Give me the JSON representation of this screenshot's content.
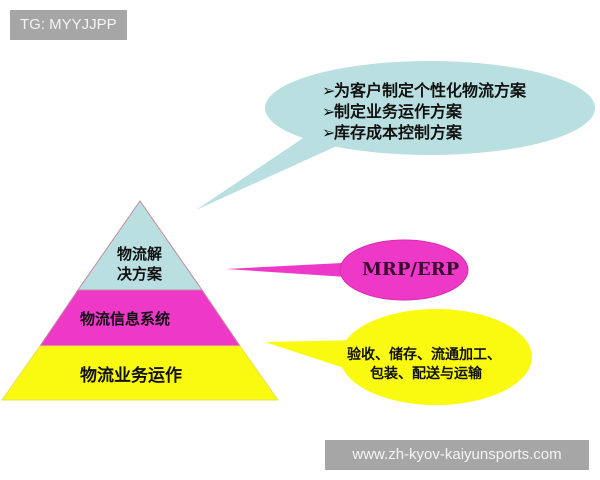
{
  "watermarks": {
    "top_left": "TG: MYYJJPP",
    "bottom_right": "www.zh-kyov-kaiyunsports.com"
  },
  "colors": {
    "top_tier": "#b9dfe0",
    "middle_tier": "#ee38c8",
    "bottom_tier": "#fafa10",
    "tier_border": "#c48a9a",
    "watermark_bg": "#a6a6a6"
  },
  "pyramid": {
    "tiers": [
      {
        "label_line1": "物流解",
        "label_line2": "决方案"
      },
      {
        "label": "物流信息系统"
      },
      {
        "label": "物流业务运作"
      }
    ]
  },
  "callouts": {
    "top": {
      "bullet_icon": "➢",
      "items": [
        "为客户制定个性化物流方案",
        "制定业务运作方案",
        "库存成本控制方案"
      ]
    },
    "middle": {
      "label": "MRP/ERP"
    },
    "bottom": {
      "line1": "验收、储存、流通加工、",
      "line2": "包装、配送与运输"
    }
  }
}
